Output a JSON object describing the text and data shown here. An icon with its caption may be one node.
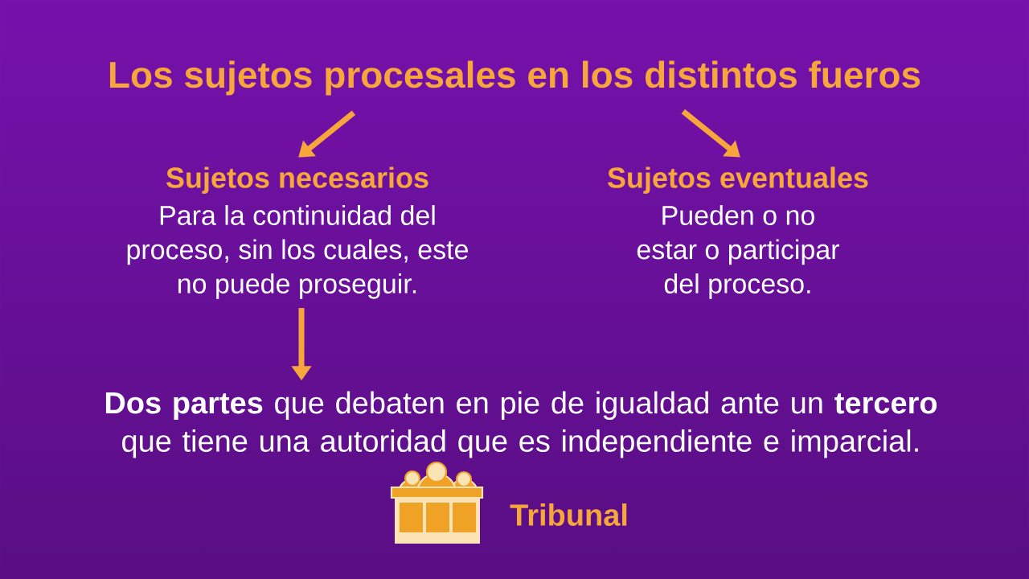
{
  "diagram": {
    "nodes": [
      {
        "text": [
          "Los sujetos procesales en los distintos fueros"
        ]
      },
      {
        "text": [
          "Sujetos necesarios",
          "Para la continuidad del proceso, sin los cuales, este no puede proseguir."
        ]
      },
      {
        "text": [
          "Sujetos eventuales",
          "Pueden o no estar o participar del proceso."
        ]
      },
      {
        "text": [
          "**Dos partes** que debaten en pie de igualdad ante un **tercero** que tiene una autoridad que es independiente e imparcial."
        ]
      }
    ],
    "edges": [
      {
        "from": 0,
        "to": 1,
        "arrow": "to"
      },
      {
        "from": 0,
        "to": 2,
        "arrow": "to"
      },
      {
        "from": 1,
        "to": 3,
        "arrow": "to"
      }
    ],
    "labels": [
      "Tribunal"
    ]
  }
}
